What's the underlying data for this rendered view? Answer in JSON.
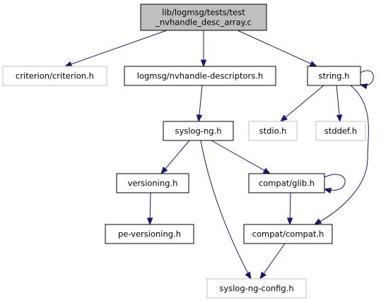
{
  "colors": {
    "edge": "#191970",
    "node_border": "#000000",
    "external_border": "#bfbfbf",
    "root_fill": "#bfbfbf",
    "node_fill": "#ffffff"
  },
  "nodes": {
    "root": {
      "lines": [
        "lib/logmsg/tests/test",
        "_nvhandle_desc_array.c"
      ],
      "kind": "root"
    },
    "criterion": {
      "lines": [
        "criterion/criterion.h"
      ],
      "kind": "external"
    },
    "nvhandle_descriptors": {
      "lines": [
        "logmsg/nvhandle-descriptors.h"
      ],
      "kind": "internal"
    },
    "string_h": {
      "lines": [
        "string.h"
      ],
      "kind": "internal"
    },
    "syslog_ng_h": {
      "lines": [
        "syslog-ng.h"
      ],
      "kind": "internal"
    },
    "stdio_h": {
      "lines": [
        "stdio.h"
      ],
      "kind": "external"
    },
    "stddef_h": {
      "lines": [
        "stddef.h"
      ],
      "kind": "external"
    },
    "versioning_h": {
      "lines": [
        "versioning.h"
      ],
      "kind": "internal"
    },
    "compat_glib_h": {
      "lines": [
        "compat/glib.h"
      ],
      "kind": "internal"
    },
    "pe_versioning_h": {
      "lines": [
        "pe-versioning.h"
      ],
      "kind": "internal"
    },
    "compat_compat_h": {
      "lines": [
        "compat/compat.h"
      ],
      "kind": "internal"
    },
    "syslog_ng_config_h": {
      "lines": [
        "syslog-ng-config.h"
      ],
      "kind": "external"
    }
  },
  "edges": [
    {
      "from": "root",
      "to": "criterion"
    },
    {
      "from": "root",
      "to": "nvhandle_descriptors"
    },
    {
      "from": "root",
      "to": "string_h"
    },
    {
      "from": "nvhandle_descriptors",
      "to": "syslog_ng_h"
    },
    {
      "from": "string_h",
      "to": "string_h"
    },
    {
      "from": "string_h",
      "to": "stdio_h"
    },
    {
      "from": "string_h",
      "to": "stddef_h"
    },
    {
      "from": "string_h",
      "to": "compat_compat_h"
    },
    {
      "from": "syslog_ng_h",
      "to": "versioning_h"
    },
    {
      "from": "syslog_ng_h",
      "to": "compat_glib_h"
    },
    {
      "from": "syslog_ng_h",
      "to": "syslog_ng_config_h"
    },
    {
      "from": "versioning_h",
      "to": "pe_versioning_h"
    },
    {
      "from": "compat_glib_h",
      "to": "compat_glib_h"
    },
    {
      "from": "compat_glib_h",
      "to": "compat_compat_h"
    },
    {
      "from": "compat_compat_h",
      "to": "syslog_ng_config_h"
    }
  ]
}
